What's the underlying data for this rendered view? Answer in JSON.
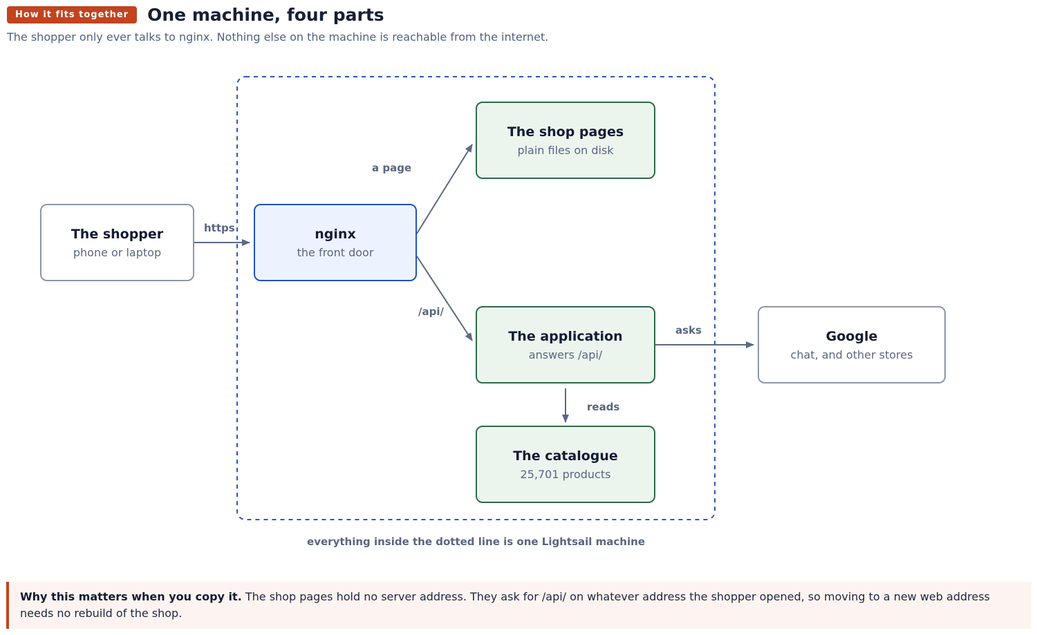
{
  "header": {
    "tag": "How it fits together",
    "title": "One machine, four parts",
    "subtitle": "The shopper only ever talks to nginx. Nothing else on the machine is reachable from the internet."
  },
  "nodes": {
    "shopper": {
      "title": "The shopper",
      "subtitle": "phone or laptop"
    },
    "nginx": {
      "title": "nginx",
      "subtitle": "the front door"
    },
    "shop_pages": {
      "title": "The shop pages",
      "subtitle": "plain files on disk"
    },
    "application": {
      "title": "The application",
      "subtitle": "answers /api/"
    },
    "catalogue": {
      "title": "The catalogue",
      "subtitle": "25,701 products"
    },
    "google": {
      "title": "Google",
      "subtitle": "chat, and other stores"
    }
  },
  "edges": {
    "https": "https",
    "a_page": "a page",
    "api": "/api/",
    "asks": "asks",
    "reads": "reads"
  },
  "boundary_caption": "everything inside the dotted line is one Lightsail machine",
  "note": {
    "lead": "Why this matters when you copy it.",
    "body": " The shop pages hold no server address. They ask for /api/ on whatever address the shopper opened, so moving to a new web address needs no rebuild of the shop."
  },
  "colors": {
    "accent": "#c1441f",
    "boundary": "#2c55c2",
    "arrow": "#5b6885",
    "front_border": "#2052c4",
    "inner_border": "#2f6a48"
  }
}
